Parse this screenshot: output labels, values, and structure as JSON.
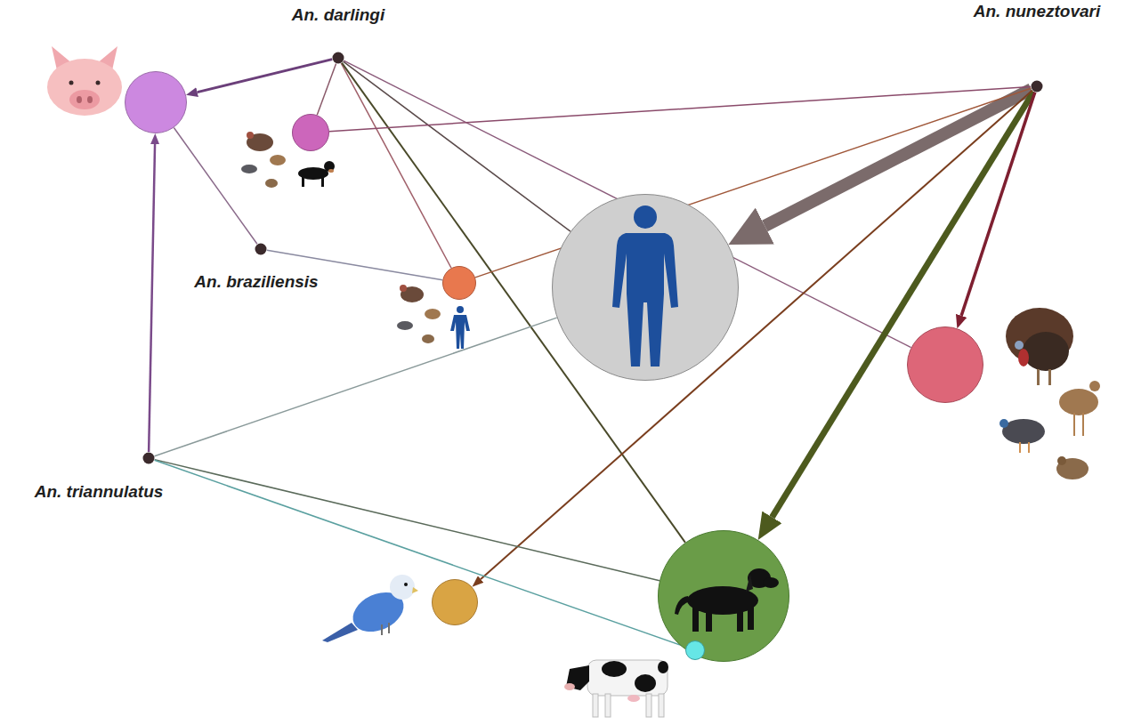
{
  "diagram": {
    "nodes": [
      {
        "text": [
          "An. darlingi"
        ]
      },
      {
        "text": [
          "An. nuneztovari"
        ]
      },
      {
        "text": [
          "An. braziliensis"
        ]
      },
      {
        "text": [
          "An. triannulatus"
        ]
      },
      {},
      {},
      {},
      {},
      {},
      {},
      {},
      {}
    ],
    "edges": [
      {
        "from": 0,
        "to": 4,
        "arrow": "to"
      },
      {
        "from": 0,
        "to": 5,
        "arrow": "none"
      },
      {
        "from": 0,
        "to": 6,
        "arrow": "none"
      },
      {
        "from": 0,
        "to": 7,
        "arrow": "none"
      },
      {
        "from": 0,
        "to": 8,
        "arrow": "none"
      },
      {
        "from": 0,
        "to": 10,
        "arrow": "none"
      },
      {
        "from": 1,
        "to": 7,
        "arrow": "to"
      },
      {
        "from": 1,
        "to": 10,
        "arrow": "to"
      },
      {
        "from": 1,
        "to": 8,
        "arrow": "to"
      },
      {
        "from": 1,
        "to": 9,
        "arrow": "to"
      },
      {
        "from": 1,
        "to": 5,
        "arrow": "none"
      },
      {
        "from": 1,
        "to": 6,
        "arrow": "none"
      },
      {
        "from": 2,
        "to": 4,
        "arrow": "none"
      },
      {
        "from": 2,
        "to": 6,
        "arrow": "none"
      },
      {
        "from": 3,
        "to": 4,
        "arrow": "to"
      },
      {
        "from": 3,
        "to": 7,
        "arrow": "none"
      },
      {
        "from": 3,
        "to": 10,
        "arrow": "none"
      },
      {
        "from": 3,
        "to": 11,
        "arrow": "none"
      }
    ]
  }
}
